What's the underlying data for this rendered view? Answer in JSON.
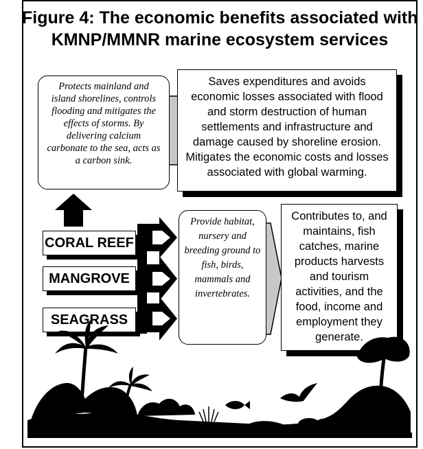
{
  "figure": {
    "title_line1": "Figure 4: The economic benefits associated with",
    "title_line2": "KMNP/MMNR marine ecosystem services"
  },
  "ecosystems": [
    {
      "label": "CORAL REEF"
    },
    {
      "label": "MANGROVE"
    },
    {
      "label": "SEAGRASS"
    }
  ],
  "services": {
    "shoreline": "Protects mainland and island shorelines, controls flooding and mitigates the effects of storms. By delivering calcium carbonate to the sea, acts as a carbon sink.",
    "habitat": "Provide habitat, nursery and breeding ground to fish, birds, mammals and invertebrates."
  },
  "benefits": {
    "shoreline": "Saves expenditures and avoids economic losses associated with flood and storm destruction of human settlements and infrastructure and damage caused by shoreline erosion. Mitigates the economic costs and losses associated with global warming.",
    "habitat": "Contributes to, and maintains, fish catches, marine products harvests and tourism activities, and the food, income and employment they generate."
  },
  "colors": {
    "line": "#000000",
    "arrow_fill": "#c8c8c8",
    "background": "#ffffff"
  },
  "icons": [
    "coastline-silhouette-icon"
  ]
}
